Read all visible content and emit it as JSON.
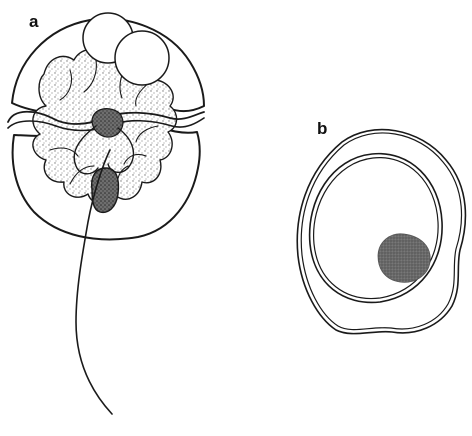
{
  "panels": [
    {
      "id": "a",
      "label": "a"
    },
    {
      "id": "b",
      "label": "b"
    }
  ],
  "colors": {
    "line": "#1a1a1a",
    "stipple": "#9a9a9a",
    "dense_stipple": "#555555",
    "background": "#ffffff"
  }
}
